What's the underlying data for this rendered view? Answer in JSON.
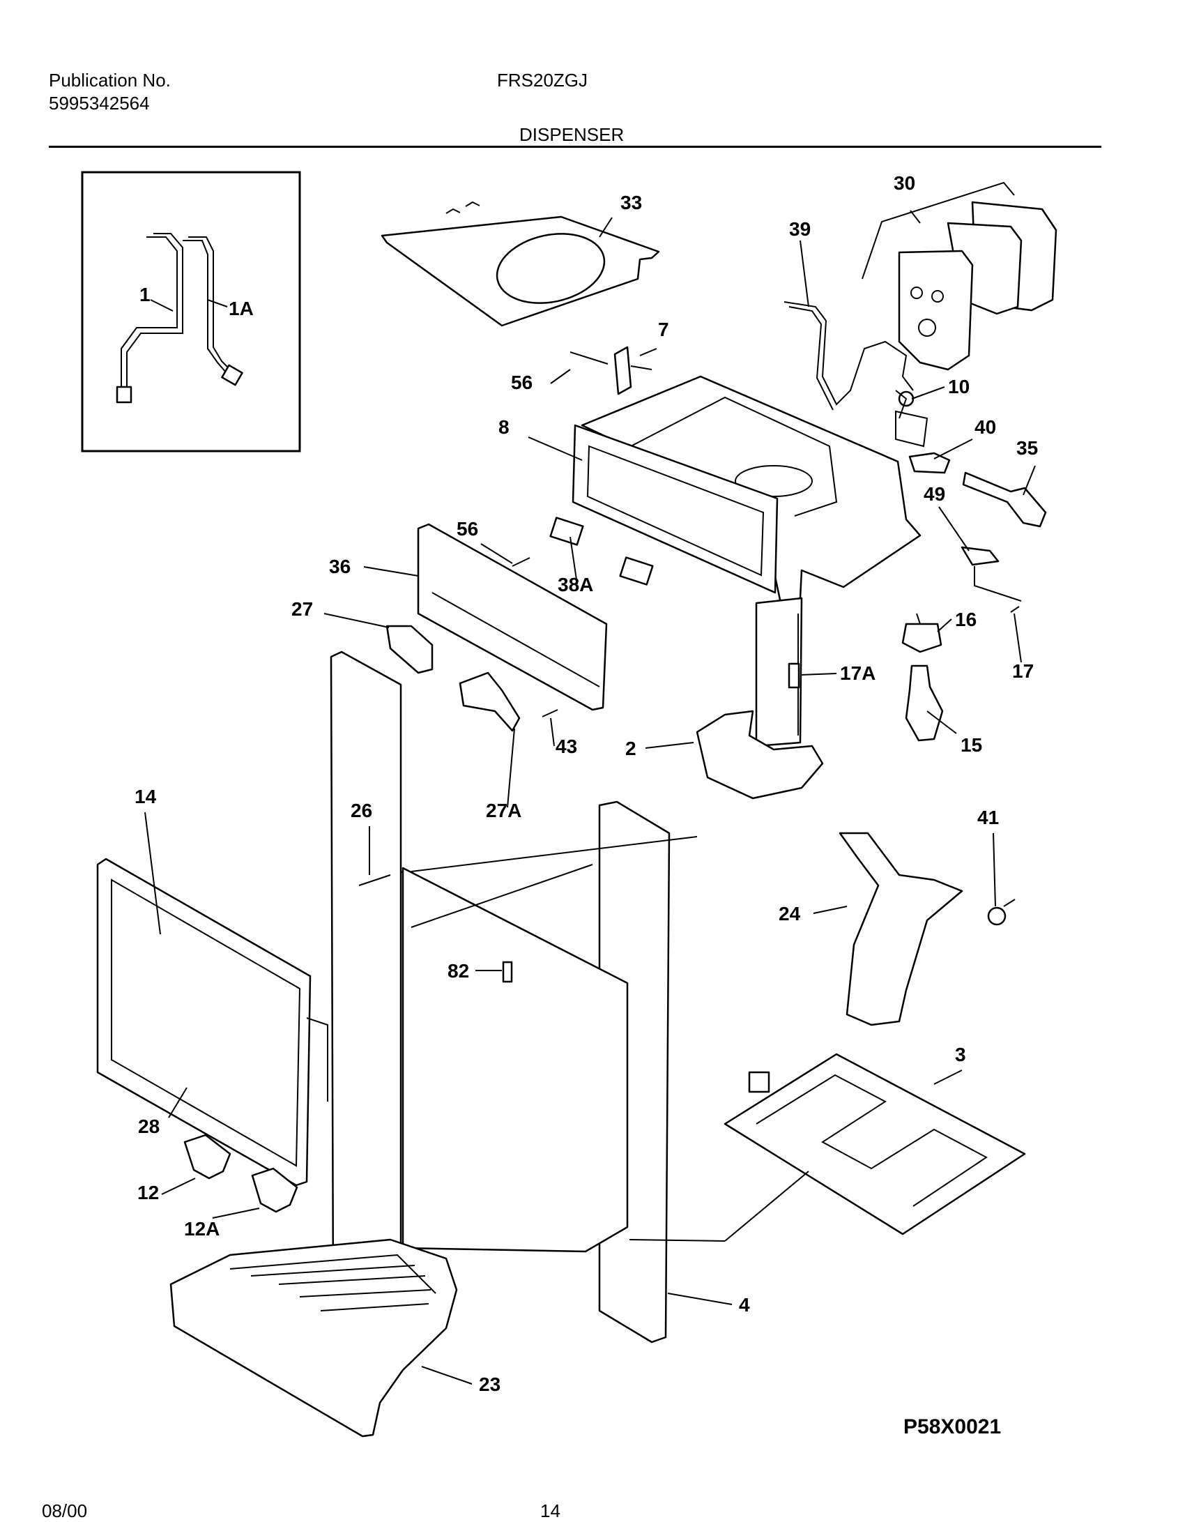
{
  "header": {
    "publication_label": "Publication No.",
    "publication_number": "5995342564",
    "model": "FRS20ZGJ",
    "section_title": "DISPENSER"
  },
  "diagram": {
    "callouts": {
      "p1": "1",
      "p1a": "1A",
      "p2": "2",
      "p3": "3",
      "p4": "4",
      "p7": "7",
      "p8": "8",
      "p10": "10",
      "p12": "12",
      "p12a": "12A",
      "p14": "14",
      "p15": "15",
      "p16": "16",
      "p17": "17",
      "p17a": "17A",
      "p23": "23",
      "p24": "24",
      "p26": "26",
      "p27": "27",
      "p27a": "27A",
      "p28": "28",
      "p30": "30",
      "p33": "33",
      "p35": "35",
      "p36": "36",
      "p38a": "38A",
      "p39": "39",
      "p40": "40",
      "p41": "41",
      "p43": "43",
      "p49": "49",
      "p56a": "56",
      "p56b": "56",
      "p82": "82"
    },
    "figure_code": "P58X0021"
  },
  "footer": {
    "date": "08/00",
    "page_number": "14"
  }
}
